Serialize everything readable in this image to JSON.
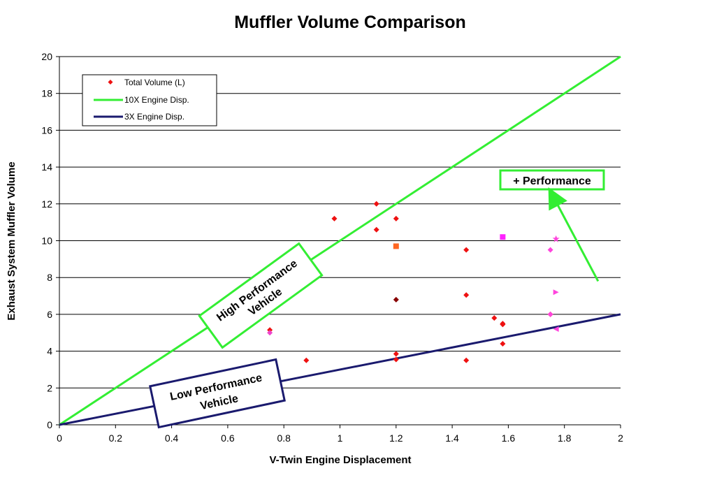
{
  "chart_data": {
    "type": "scatter",
    "title": "Muffler Volume Comparison",
    "xlabel": "V-Twin Engine Displacement",
    "ylabel": "Exhaust System Muffler Volume",
    "xlim": [
      0,
      2
    ],
    "ylim": [
      0,
      20
    ],
    "xticks": [
      "0",
      "0.2",
      "0.4",
      "0.6",
      "0.8",
      "1",
      "1.2",
      "1.4",
      "1.6",
      "1.8",
      "2"
    ],
    "yticks": [
      "0",
      "2",
      "4",
      "6",
      "8",
      "10",
      "12",
      "14",
      "16",
      "18",
      "20"
    ],
    "grid": "horizontal",
    "legend_position": "top-left",
    "legend": [
      "Total Volume (L)",
      "10X Engine Disp.",
      "3X Engine Disp."
    ],
    "series": [
      {
        "name": "Total Volume (L)",
        "kind": "points",
        "color": "#ee1111",
        "points": [
          {
            "x": 0.75,
            "y": 5.15
          },
          {
            "x": 0.88,
            "y": 3.5
          },
          {
            "x": 0.98,
            "y": 11.2
          },
          {
            "x": 1.13,
            "y": 12.0
          },
          {
            "x": 1.13,
            "y": 10.6
          },
          {
            "x": 1.2,
            "y": 11.2
          },
          {
            "x": 1.2,
            "y": 3.85
          },
          {
            "x": 1.2,
            "y": 3.55
          },
          {
            "x": 1.45,
            "y": 9.5
          },
          {
            "x": 1.45,
            "y": 7.05
          },
          {
            "x": 1.45,
            "y": 3.5
          },
          {
            "x": 1.55,
            "y": 5.8
          },
          {
            "x": 1.58,
            "y": 5.5
          },
          {
            "x": 1.58,
            "y": 5.45
          },
          {
            "x": 1.58,
            "y": 4.4
          },
          {
            "x": 1.75,
            "y": 6.0
          }
        ]
      },
      {
        "name": "10X Engine Disp.",
        "kind": "line",
        "color": "#33ee33",
        "points": [
          {
            "x": 0,
            "y": 0
          },
          {
            "x": 2,
            "y": 20
          }
        ]
      },
      {
        "name": "3X Engine Disp.",
        "kind": "line",
        "color": "#1a1a6e",
        "points": [
          {
            "x": 0,
            "y": 0
          },
          {
            "x": 2,
            "y": 6
          }
        ]
      }
    ],
    "extra_points": [
      {
        "x": 0.75,
        "y": 5.0,
        "shape": "diamond",
        "color": "#ee44cc"
      },
      {
        "x": 1.2,
        "y": 9.7,
        "shape": "square",
        "color": "#ff6622"
      },
      {
        "x": 1.2,
        "y": 6.8,
        "shape": "diamond",
        "color": "#880000"
      },
      {
        "x": 1.58,
        "y": 10.2,
        "shape": "square",
        "color": "#ff22ff"
      },
      {
        "x": 1.75,
        "y": 9.5,
        "shape": "diamond",
        "color": "#ff44dd"
      },
      {
        "x": 1.75,
        "y": 6.0,
        "shape": "diamond",
        "color": "#ff44dd"
      },
      {
        "x": 1.77,
        "y": 10.1,
        "shape": "star",
        "color": "#ff44dd"
      },
      {
        "x": 1.77,
        "y": 7.2,
        "shape": "triangle-right",
        "color": "#ff44dd"
      },
      {
        "x": 1.77,
        "y": 5.2,
        "shape": "triangle-left",
        "color": "#ff44dd"
      }
    ],
    "annotations": [
      {
        "lines": [
          "High Performance",
          "Vehicle"
        ],
        "border": "#33ee33"
      },
      {
        "lines": [
          "Low Performance",
          "Vehicle"
        ],
        "border": "#1a1a6e"
      },
      {
        "lines": [
          "+ Performance"
        ],
        "border": "#33ee33",
        "arrow_from": [
          1.92,
          7.8
        ],
        "arrow_to": [
          1.76,
          12.4
        ],
        "arrow_color": "#33ee33"
      }
    ]
  }
}
